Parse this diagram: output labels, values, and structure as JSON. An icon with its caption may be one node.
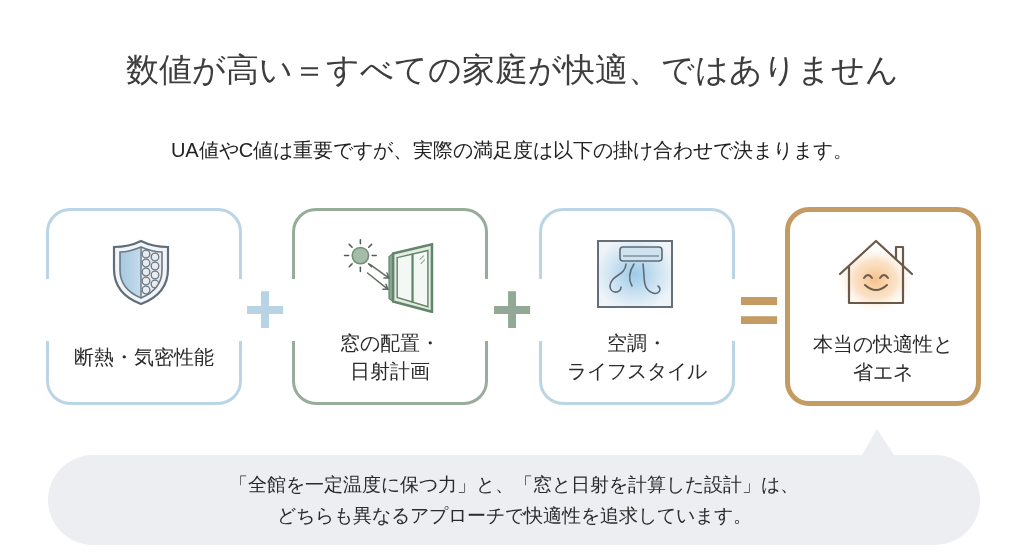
{
  "diagram": {
    "title": "数値が高い＝すべての家庭が快適、ではありません",
    "nodes": [
      {
        "text": [
          "断熱・気密性能"
        ]
      },
      {
        "text": [
          "窓の配置・日射計画"
        ]
      },
      {
        "text": [
          "空調・ライフスタイル"
        ]
      },
      {
        "text": [
          "本当の快適性と省エネ"
        ]
      },
      {
        "text": [
          "「全館を一定温度に保つ力」と、「窓と日射を計算した設計」は、どちらも異なるアプローチで快適性を追求しています。"
        ]
      }
    ],
    "labels": [
      "UA値やC値は重要ですが、実際の満足度は以下の掛け合わせで決まります。",
      "+",
      "+",
      "="
    ]
  }
}
